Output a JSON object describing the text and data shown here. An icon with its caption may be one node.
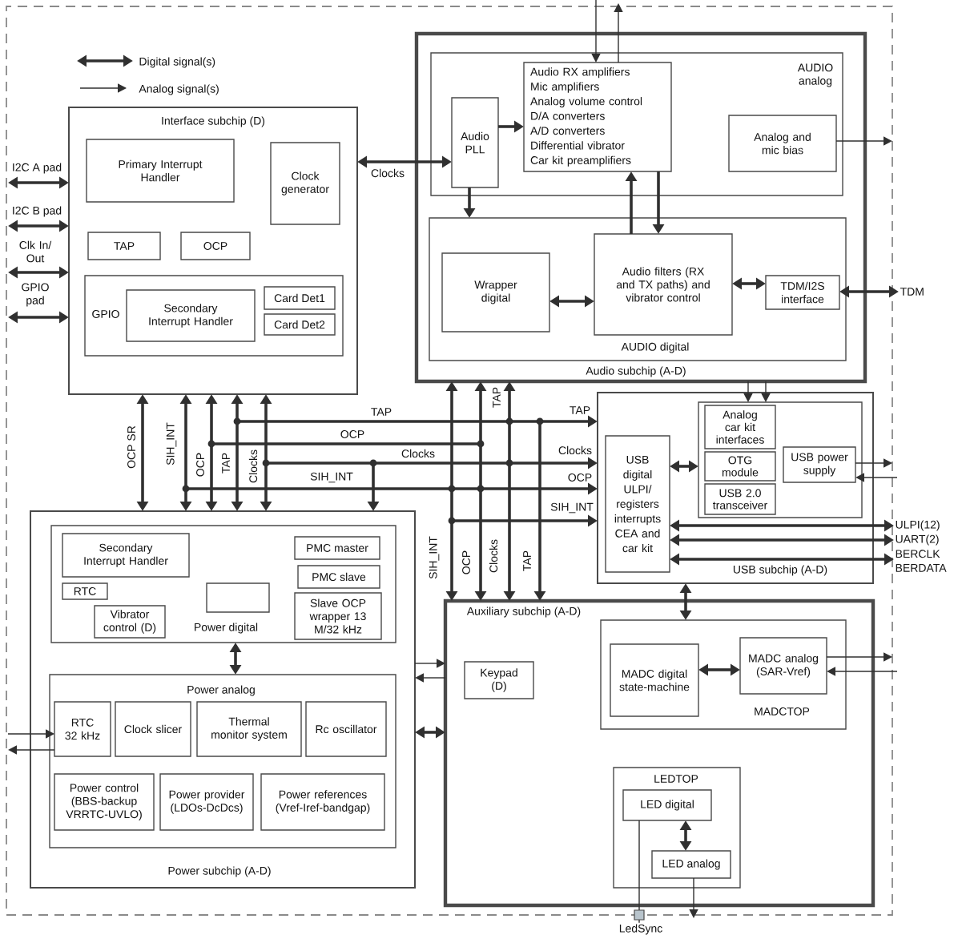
{
  "diagram": {
    "nodes": [
      {
        "text": [],
        "shape": "box"
      },
      {
        "text": [
          "Interface subchip (D)"
        ],
        "in": 0
      },
      {
        "text": [
          "Primary Interrupt Handler"
        ],
        "in": 1
      },
      {
        "text": [
          "Clock generator"
        ],
        "in": 1
      },
      {
        "text": [
          "TAP"
        ],
        "in": 1
      },
      {
        "text": [
          "OCP"
        ],
        "in": 1
      },
      {
        "text": [
          "GPIO"
        ],
        "in": 1
      },
      {
        "text": [
          "Secondary Interrupt Handler"
        ],
        "in": 6
      },
      {
        "text": [
          "Card Det1"
        ],
        "in": 6
      },
      {
        "text": [
          "Card Det2"
        ],
        "in": 6
      },
      {
        "text": [
          "Audio subchip (A-D)"
        ],
        "in": 0
      },
      {
        "text": [
          "AUDIO analog"
        ],
        "in": 10
      },
      {
        "text": [
          "Audio PLL"
        ],
        "in": 11
      },
      {
        "text": [
          "Audio RX amplifiers",
          "Mic amplifiers",
          "Analog volume control",
          "D/A converters",
          "A/D converters",
          "Differential vibrator",
          "Car kit preamplifiers"
        ],
        "in": 11
      },
      {
        "text": [
          "Analog and mic bias"
        ],
        "in": 11
      },
      {
        "text": [
          "AUDIO digital"
        ],
        "in": 10
      },
      {
        "text": [
          "Wrapper digital"
        ],
        "in": 15
      },
      {
        "text": [
          "Audio filters (RX and TX paths) and vibrator control"
        ],
        "in": 15
      },
      {
        "text": [
          "TDM/I2S interface"
        ],
        "in": 15
      },
      {
        "text": [
          "TDM"
        ]
      },
      {
        "text": [
          "USB subchip (A-D)"
        ],
        "in": 0
      },
      {
        "text": [],
        "shape": "box",
        "in": 20
      },
      {
        "text": [
          "Analog car kit interfaces"
        ],
        "in": 21
      },
      {
        "text": [
          "OTG module"
        ],
        "in": 21
      },
      {
        "text": [
          "USB 2.0 transceiver"
        ],
        "in": 21
      },
      {
        "text": [
          "USB power supply"
        ],
        "in": 21
      },
      {
        "text": [
          "USB digital ULPI/ registers interrupts CEA and car kit"
        ],
        "in": 20
      },
      {
        "text": [
          "ULPI(12)"
        ]
      },
      {
        "text": [
          "UART(2)"
        ]
      },
      {
        "text": [
          "BERCLK BERDATA"
        ]
      },
      {
        "text": [
          "Power subchip (A-D)"
        ],
        "in": 0
      },
      {
        "text": [
          "Power digital"
        ],
        "in": 30
      },
      {
        "text": [
          "Secondary Interrupt Handler"
        ],
        "in": 31
      },
      {
        "text": [
          "RTC"
        ],
        "in": 31
      },
      {
        "text": [
          "Vibrator control (D)"
        ],
        "in": 31
      },
      {
        "text": [],
        "shape": "box",
        "in": 31
      },
      {
        "text": [
          "PMC master"
        ],
        "in": 31
      },
      {
        "text": [
          "PMC slave"
        ],
        "in": 31
      },
      {
        "text": [
          "Slave OCP wrapper 13 M/32 kHz"
        ],
        "in": 31
      },
      {
        "text": [
          "Power analog"
        ],
        "in": 30
      },
      {
        "text": [
          "RTC 32 kHz"
        ],
        "in": 39
      },
      {
        "text": [
          "Clock slicer"
        ],
        "in": 39
      },
      {
        "text": [
          "Thermal monitor system"
        ],
        "in": 39
      },
      {
        "text": [
          "Rc oscillator"
        ],
        "in": 39
      },
      {
        "text": [
          "Power control (BBS-backup VRRTC-UVLO)"
        ],
        "in": 39
      },
      {
        "text": [
          "Power provider (LDOs-DcDcs)"
        ],
        "in": 39
      },
      {
        "text": [
          "Power references (Vref-Iref-bandgap)"
        ],
        "in": 39
      },
      {
        "text": [
          "Auxiliary subchip (A-D)"
        ],
        "in": 0
      },
      {
        "text": [
          "Keypad (D)"
        ],
        "in": 47
      },
      {
        "text": [
          "MADCTOP"
        ],
        "in": 47
      },
      {
        "text": [
          "MADC digital state-machine"
        ],
        "in": 49
      },
      {
        "text": [
          "MADC analog (SAR-Vref)"
        ],
        "in": 49
      },
      {
        "text": [
          "LEDTOP"
        ],
        "in": 47
      },
      {
        "text": [
          "LED digital"
        ],
        "in": 52
      },
      {
        "text": [
          "LED analog"
        ],
        "in": 52
      },
      {
        "text": [
          "LedSync"
        ]
      }
    ],
    "edges": [
      {
        "from": null,
        "to": 1,
        "arrow": "both",
        "label": "I2C A pad"
      },
      {
        "from": null,
        "to": 1,
        "arrow": "both",
        "label": "I2C B pad"
      },
      {
        "from": null,
        "to": 1,
        "arrow": "both",
        "label": "Clk In/ Out"
      },
      {
        "from": null,
        "to": 1,
        "arrow": "both",
        "label": "GPIO pad"
      },
      {
        "from": 1,
        "to": 12,
        "arrow": "both",
        "label": "Clocks"
      },
      {
        "from": null,
        "to": 13,
        "arrow": "to"
      },
      {
        "from": 13,
        "to": null,
        "arrow": "to"
      },
      {
        "from": 12,
        "to": 13,
        "arrow": "to"
      },
      {
        "from": 12,
        "to": 15,
        "arrow": "to"
      },
      {
        "from": 17,
        "to": 13,
        "arrow": "to"
      },
      {
        "from": 13,
        "to": 17,
        "arrow": "to"
      },
      {
        "from": 14,
        "to": null,
        "arrow": "to"
      },
      {
        "from": 16,
        "to": 17,
        "arrow": "both"
      },
      {
        "from": 17,
        "to": 18,
        "arrow": "both"
      },
      {
        "from": 18,
        "to": 19,
        "arrow": "both"
      },
      {
        "from": 10,
        "to": 21,
        "arrow": "to"
      },
      {
        "from": 10,
        "to": 21,
        "arrow": "to"
      },
      {
        "from": 26,
        "to": 21,
        "arrow": "both"
      },
      {
        "from": 25,
        "to": null,
        "arrow": "to"
      },
      {
        "from": null,
        "to": 25,
        "arrow": "to"
      },
      {
        "from": 26,
        "to": 27,
        "arrow": "both"
      },
      {
        "from": 26,
        "to": 28,
        "arrow": "both"
      },
      {
        "from": 26,
        "to": 29,
        "arrow": "both"
      },
      {
        "from": 20,
        "to": 49,
        "arrow": "both"
      },
      {
        "from": 50,
        "to": 51,
        "arrow": "both"
      },
      {
        "from": 51,
        "to": null,
        "arrow": "to"
      },
      {
        "from": null,
        "to": 51,
        "arrow": "to"
      },
      {
        "from": 53,
        "to": 54,
        "arrow": "both"
      },
      {
        "from": 53,
        "to": 55,
        "arrow": "none"
      },
      {
        "from": 54,
        "to": null,
        "arrow": "to"
      },
      {
        "from": 31,
        "to": 39,
        "arrow": "both"
      },
      {
        "from": null,
        "to": 40,
        "arrow": "to"
      },
      {
        "from": 40,
        "to": null,
        "arrow": "to"
      },
      {
        "from": 30,
        "to": 47,
        "arrow": "to"
      },
      {
        "from": 47,
        "to": 30,
        "arrow": "to"
      },
      {
        "from": 30,
        "to": 47,
        "arrow": "both"
      },
      {
        "from": 1,
        "to": 30,
        "arrow": "both",
        "label": "OCP SR"
      },
      {
        "from": 1,
        "to": 30,
        "arrow": "both",
        "label": "SIH_INT"
      },
      {
        "from": 1,
        "to": 30,
        "arrow": "both",
        "label": "OCP"
      },
      {
        "from": 1,
        "to": 30,
        "arrow": "both",
        "label": "TAP"
      },
      {
        "from": 1,
        "to": 30,
        "arrow": "both",
        "label": "Clocks"
      },
      {
        "from": 1,
        "to": 30,
        "arrow": "both"
      },
      {
        "from": 1,
        "to": 10,
        "arrow": "both",
        "label": "TAP"
      },
      {
        "from": 1,
        "to": 20,
        "arrow": "both",
        "label": "TAP"
      },
      {
        "from": 1,
        "to": 47,
        "arrow": "both",
        "label": "TAP"
      },
      {
        "from": 1,
        "to": 10,
        "arrow": "both",
        "label": "OCP"
      },
      {
        "from": 1,
        "to": 20,
        "arrow": "both",
        "label": "OCP"
      },
      {
        "from": 1,
        "to": 47,
        "arrow": "both",
        "label": "OCP"
      },
      {
        "from": 1,
        "to": 20,
        "arrow": "both",
        "label": "Clocks"
      },
      {
        "from": 1,
        "to": 47,
        "arrow": "both",
        "label": "Clocks"
      },
      {
        "from": 1,
        "to": 10,
        "arrow": "both",
        "label": "SIH_INT"
      },
      {
        "from": 1,
        "to": 20,
        "arrow": "both",
        "label": "SIH_INT"
      },
      {
        "from": 1,
        "to": 47,
        "arrow": "both",
        "label": "SIH_INT"
      }
    ],
    "labels": [
      "TAP",
      "Clocks"
    ],
    "legend": [
      {
        "text": "Digital signal(s)"
      },
      {
        "text": "Analog signal(s)"
      }
    ]
  }
}
